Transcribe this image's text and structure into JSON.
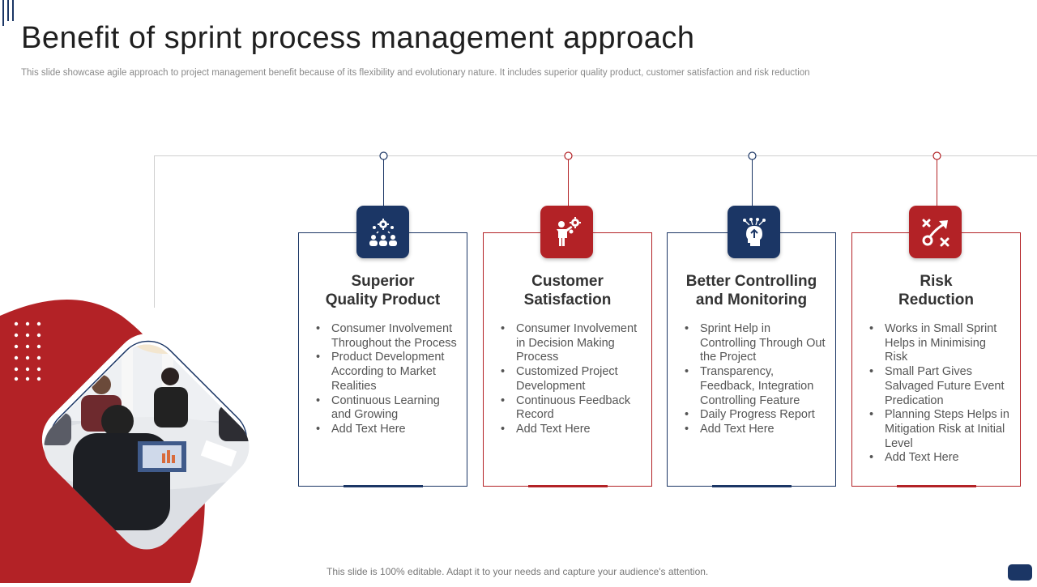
{
  "slide": {
    "title": "Benefit of sprint process management approach",
    "subtitle": "This slide showcase agile approach to project management benefit because of its flexibility and evolutionary nature. It includes superior quality product, customer satisfaction and risk reduction",
    "footer": "This slide is 100% editable. Adapt it to your needs and capture your audience's attention."
  },
  "colors": {
    "navy": "#1b3665",
    "red": "#b32226"
  },
  "cards": [
    {
      "title_line1": "Superior",
      "title_line2": "Quality Product",
      "icon": "team-gear-icon",
      "color": "navy",
      "bullets": [
        "Consumer Involvement Throughout the Process",
        "Product Development According to Market Realities",
        "Continuous Learning and Growing",
        "Add Text Here"
      ]
    },
    {
      "title_line1": "Customer",
      "title_line2": "Satisfaction",
      "icon": "person-gear-icon",
      "color": "red",
      "bullets": [
        "Consumer Involvement in Decision Making Process",
        "Customized Project Development",
        "Continuous Feedback Record",
        "Add Text Here"
      ]
    },
    {
      "title_line1": "Better Controlling",
      "title_line2": "and Monitoring",
      "icon": "head-network-icon",
      "color": "navy",
      "bullets": [
        "Sprint Help in Controlling Through Out the Project",
        "Transparency, Feedback, Integration Controlling Feature",
        "Daily Progress Report",
        "Add Text Here"
      ]
    },
    {
      "title_line1": "Risk",
      "title_line2": "Reduction",
      "icon": "strategy-arrows-icon",
      "color": "red",
      "bullets": [
        "Works in Small Sprint Helps in Minimising Risk",
        "Small Part Gives Salvaged Future Event Predication",
        "Planning Steps Helps in Mitigation Risk at Initial Level",
        "Add Text Here"
      ]
    }
  ]
}
